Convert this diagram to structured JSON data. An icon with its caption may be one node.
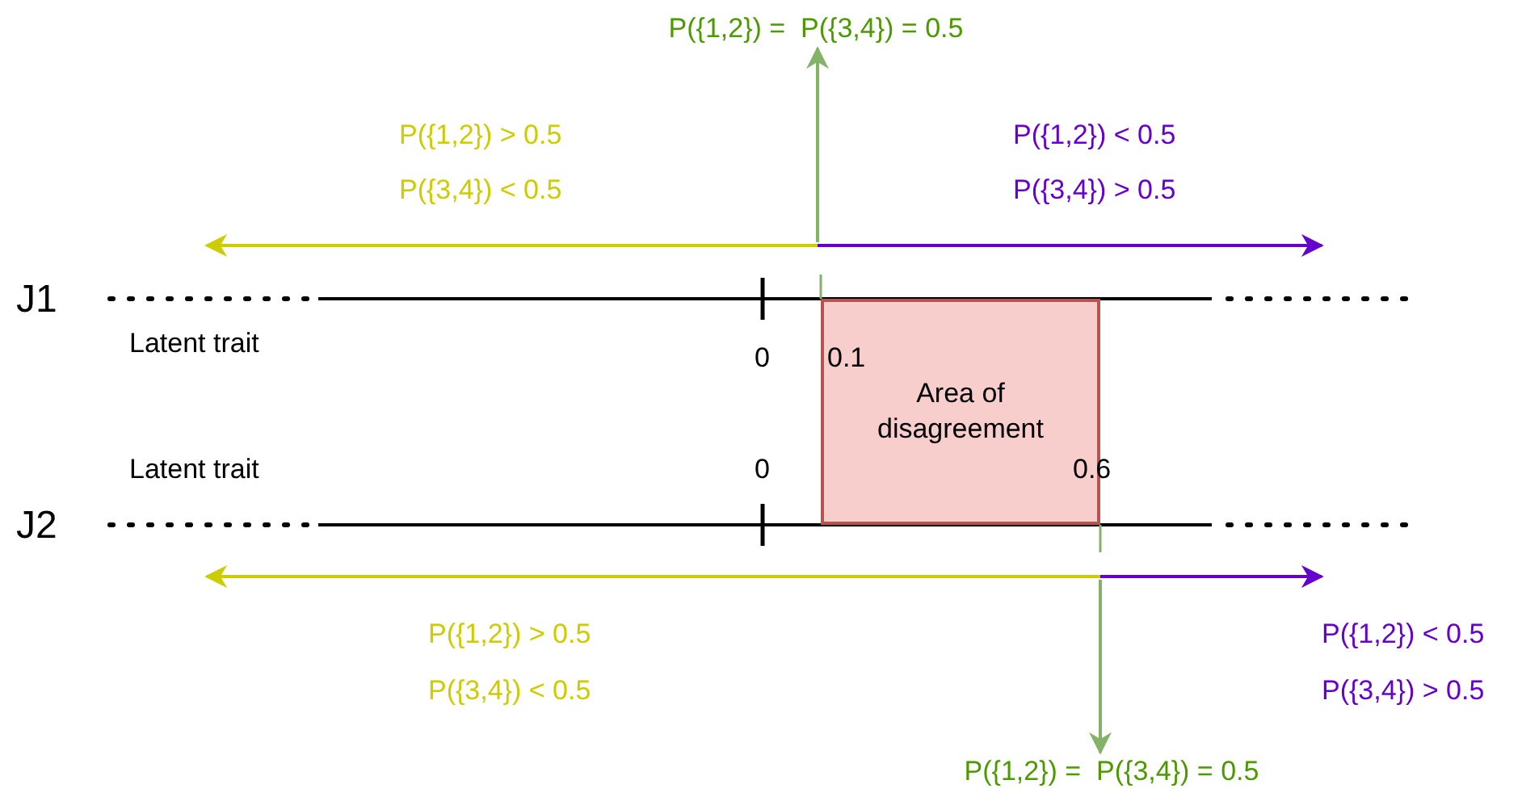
{
  "diagram": {
    "nodes": [
      {
        "text": [
          "P({1,2}) =  P({3,4}) = 0.5"
        ]
      },
      {
        "text": [
          "Area of disagreement"
        ]
      },
      {
        "text": [
          "P({1,2}) =  P({3,4}) = 0.5"
        ]
      }
    ],
    "edges": [
      {
        "from": null,
        "to": 0,
        "arrow": "to"
      },
      {
        "from": null,
        "to": 2,
        "arrow": "to"
      }
    ],
    "labels": [
      "P({1,2}) > 0.5",
      "P({3,4}) < 0.5",
      "P({1,2}) < 0.5",
      "P({3,4}) > 0.5",
      "J1",
      "Latent trait",
      "0",
      "0.1",
      "Latent trait",
      "0",
      "0.6",
      "J2",
      "P({1,2}) > 0.5",
      "P({3,4}) < 0.5",
      "P({1,2}) < 0.5",
      "P({3,4}) > 0.5"
    ]
  }
}
